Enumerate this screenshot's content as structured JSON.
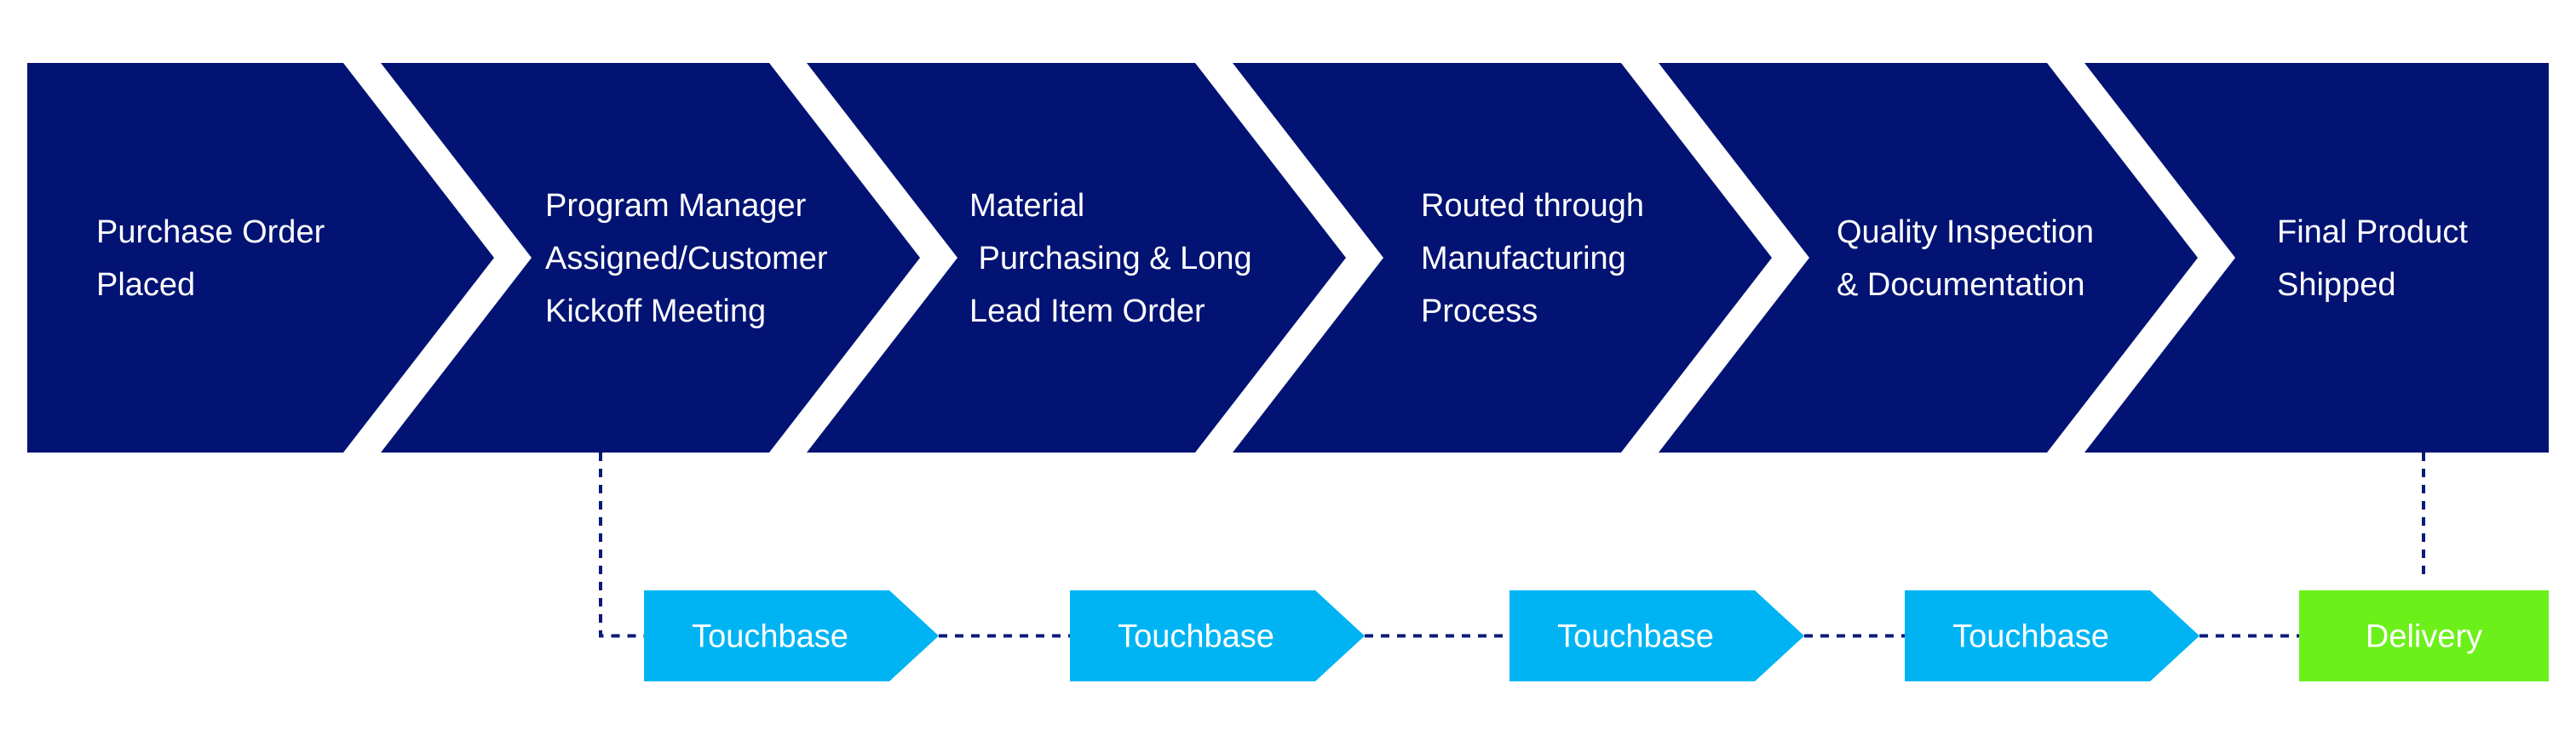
{
  "colors": {
    "step_fill": "#021373",
    "touchbase_fill": "#00b4f4",
    "delivery_fill": "#6cf01a",
    "connector": "#0a1a7a",
    "background": "#ffffff"
  },
  "steps": [
    {
      "lines": [
        "Purchase Order",
        "Placed"
      ]
    },
    {
      "lines": [
        "Program Manager",
        "Assigned/Customer",
        "Kickoff Meeting"
      ]
    },
    {
      "lines": [
        "Material",
        " Purchasing & Long",
        "Lead Item Order"
      ]
    },
    {
      "lines": [
        "Routed through",
        "Manufacturing",
        "Process"
      ]
    },
    {
      "lines": [
        "Quality Inspection",
        "& Documentation"
      ]
    },
    {
      "lines": [
        "Final Product",
        "Shipped"
      ]
    }
  ],
  "touchpoints": [
    {
      "label": "Touchbase",
      "kind": "touchbase"
    },
    {
      "label": "Touchbase",
      "kind": "touchbase"
    },
    {
      "label": "Touchbase",
      "kind": "touchbase"
    },
    {
      "label": "Touchbase",
      "kind": "touchbase"
    },
    {
      "label": "Delivery",
      "kind": "delivery"
    }
  ]
}
